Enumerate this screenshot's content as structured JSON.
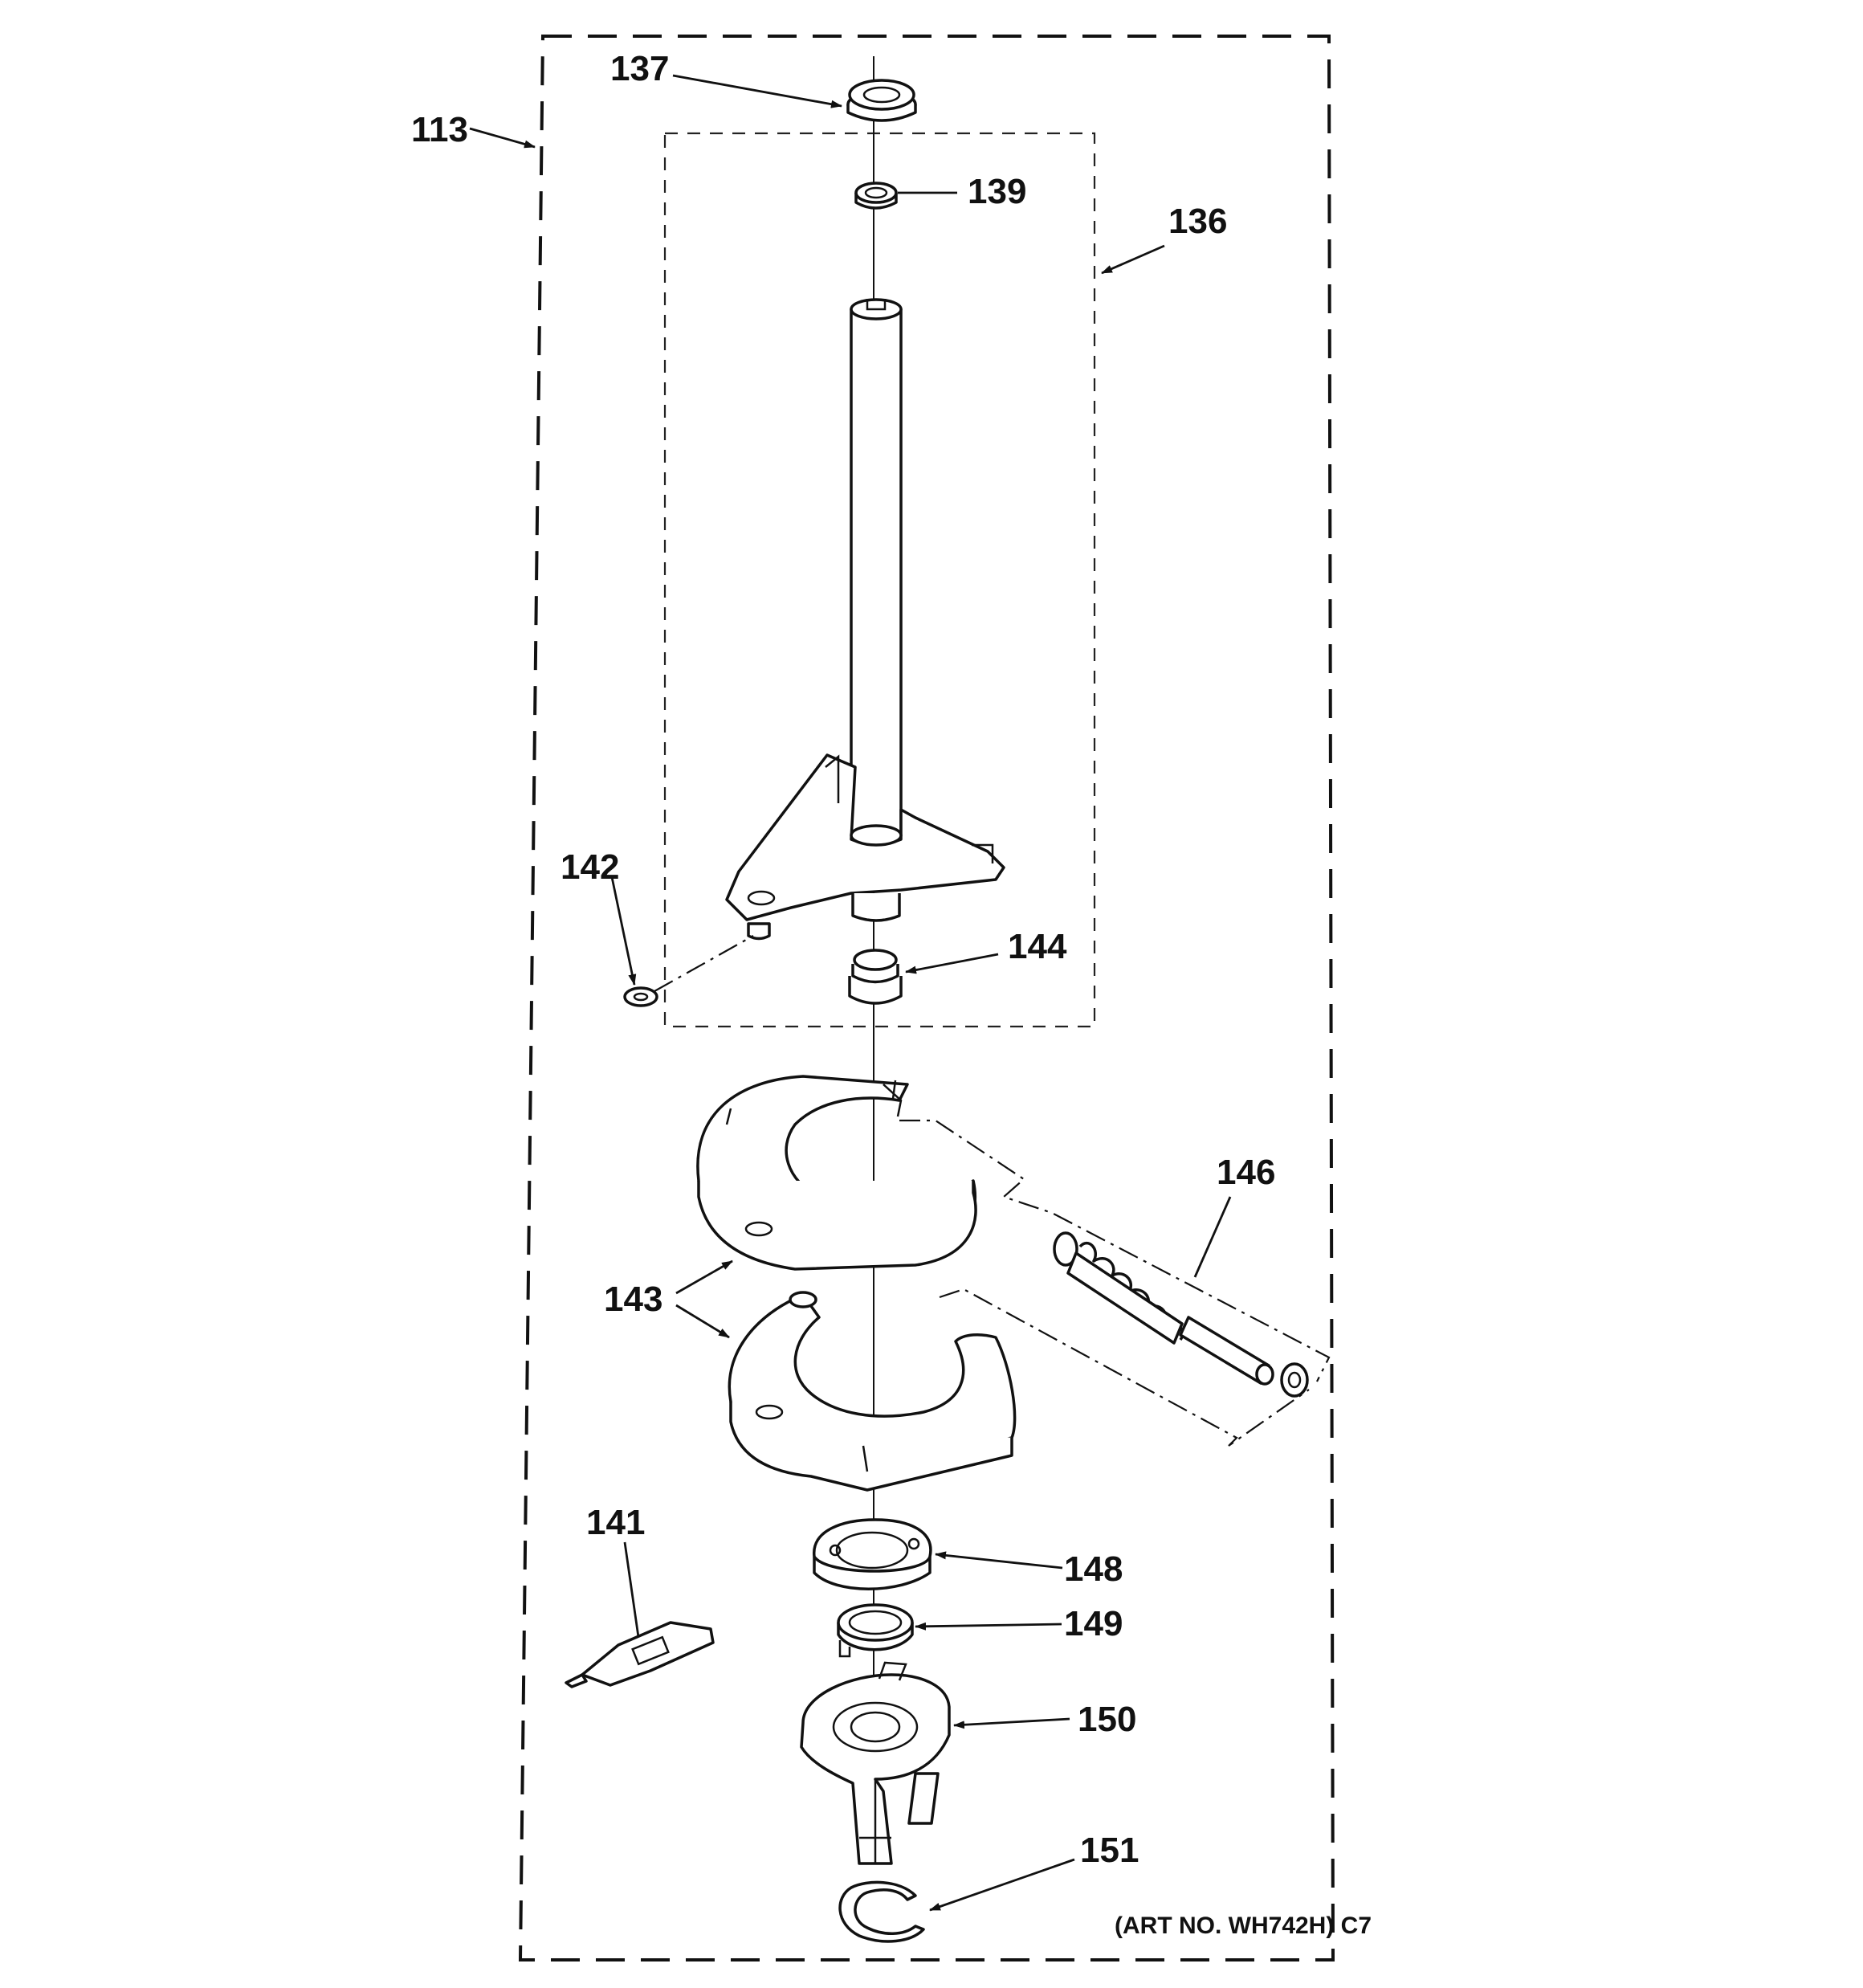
{
  "labels": {
    "assembly_main": "113",
    "assembly_sub": "136",
    "p137": "137",
    "p139": "139",
    "p142": "142",
    "p144": "144",
    "p143": "143",
    "p146": "146",
    "p141": "141",
    "p148": "148",
    "p149": "149",
    "p150": "150",
    "p151": "151"
  },
  "art_number": "(ART NO. WH742H) C7",
  "colors": {
    "ink": "#111111",
    "paper": "#ffffff"
  }
}
